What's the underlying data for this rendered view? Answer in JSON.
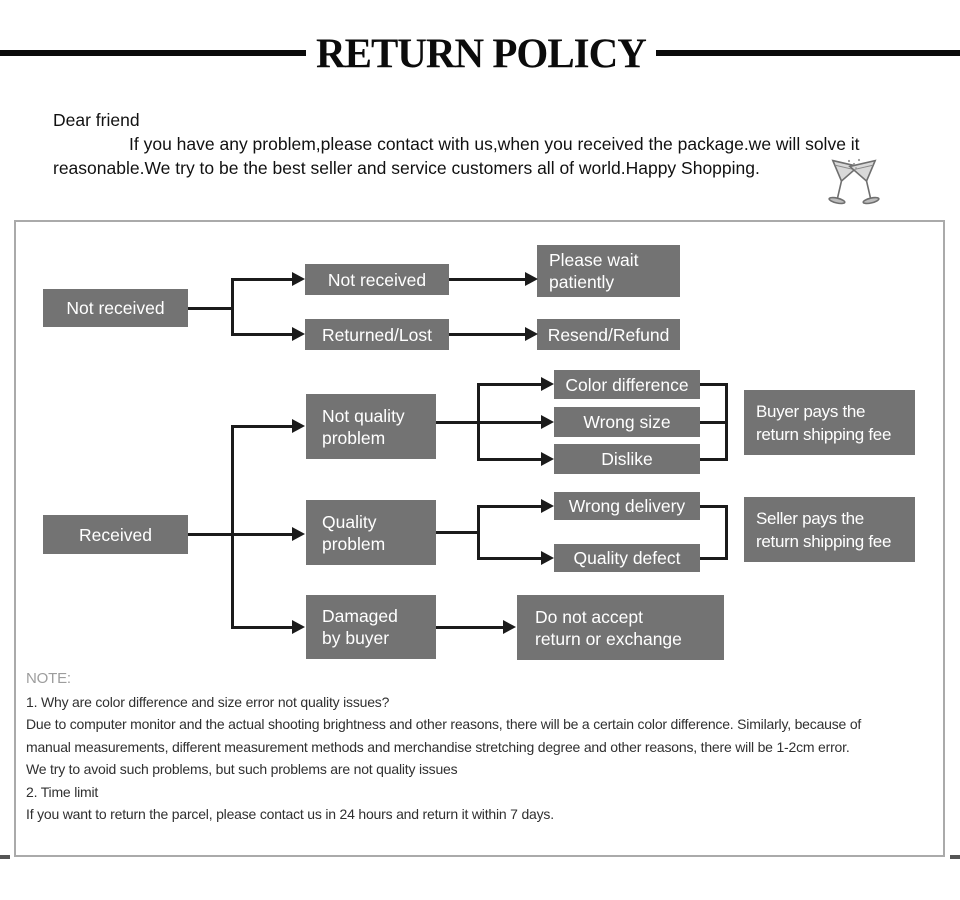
{
  "header": {
    "title": "RETURN POLICY"
  },
  "intro": {
    "greeting": "Dear friend",
    "line1": "If you have any problem,please contact with us,when you received the package.we will solve it",
    "line2": "reasonable.We try to be the best seller and service customers all of world.Happy Shopping.",
    "icon": "cocktail-glasses"
  },
  "flowchart": {
    "colors": {
      "node_bg": "#737373",
      "node_text": "#ffffff",
      "line": "#1b1b1b",
      "border": "#aaaaaa"
    },
    "nodes": {
      "root_not_received": "Not received",
      "case_not_received": "Not received",
      "case_returned_lost": "Returned/Lost",
      "result_wait": "Please wait\npatiently",
      "result_resend": "Resend/Refund",
      "root_received": "Received",
      "case_not_quality": "Not quality\nproblem",
      "case_quality": "Quality\nproblem",
      "case_damaged": "Damaged\nby buyer",
      "reason_color": "Color difference",
      "reason_size": "Wrong size",
      "reason_dislike": "Dislike",
      "reason_wrong_delivery": "Wrong delivery",
      "reason_defect": "Quality defect",
      "result_buyer_pays": "Buyer pays the\nreturn shipping fee",
      "result_seller_pays": "Seller pays the\nreturn shipping fee",
      "result_no_accept": "Do not accept\nreturn or exchange"
    }
  },
  "notes": {
    "label": "NOTE:",
    "lines": [
      "1. Why are color difference and size error not quality issues?",
      "Due to computer monitor and the actual shooting brightness and other reasons, there will be a certain color difference. Similarly, because of",
      "manual measurements, different measurement methods and merchandise stretching degree and other reasons, there will be 1-2cm error.",
      "We try to avoid such problems, but such problems are not quality issues",
      "2. Time limit",
      "If you want to return the parcel, please contact us in 24 hours and return it within 7 days."
    ]
  }
}
